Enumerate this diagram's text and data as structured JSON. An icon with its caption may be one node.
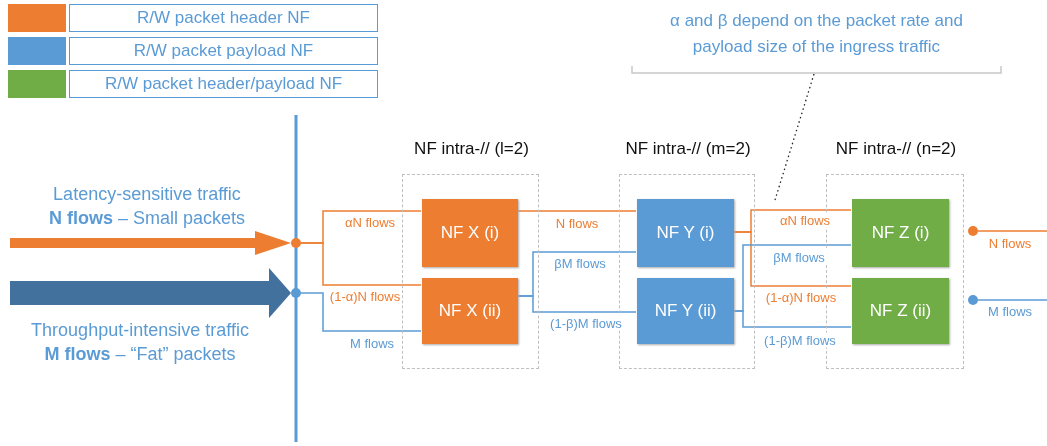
{
  "diagram": {
    "nodes": [
      {
        "text": [],
        "shape": "circle"
      },
      {
        "text": [],
        "shape": "circle"
      },
      {
        "text": [
          "NF intra-// (l=2)"
        ]
      },
      {
        "text": [
          "NF X (i)"
        ],
        "in": 2
      },
      {
        "text": [
          "NF X (ii)"
        ],
        "in": 2
      },
      {
        "text": [
          "NF intra-// (m=2)"
        ]
      },
      {
        "text": [
          "NF Y (i)"
        ],
        "in": 5
      },
      {
        "text": [
          "NF Y (ii)"
        ],
        "in": 5
      },
      {
        "text": [
          "NF intra-// (n=2)"
        ]
      },
      {
        "text": [
          "NF Z (i)"
        ],
        "in": 8
      },
      {
        "text": [
          "NF Z (ii)"
        ],
        "in": 8
      },
      {
        "text": [],
        "shape": "circle"
      },
      {
        "text": [],
        "shape": "circle"
      },
      {
        "text": [
          "α and β depend on the packet rate and payload size of the ingress traffic"
        ]
      }
    ],
    "edges": [
      {
        "from": null,
        "to": 0,
        "arrow": "to",
        "style": "thick",
        "color": "#ed7d31"
      },
      {
        "from": null,
        "to": 1,
        "arrow": "to",
        "style": "thick",
        "color": "#41719c"
      },
      {
        "from": 0,
        "to": 3,
        "arrow": "none",
        "label": "αN flows",
        "color": "#ed7d31"
      },
      {
        "from": 0,
        "to": 4,
        "arrow": "none",
        "label": "(1-α)N flows",
        "color": "#ed7d31"
      },
      {
        "from": 1,
        "to": 4,
        "arrow": "none",
        "label": "M flows",
        "color": "#5b9bd5"
      },
      {
        "from": 3,
        "to": 6,
        "arrow": "none",
        "label": "N flows",
        "color": "#ed7d31"
      },
      {
        "from": 4,
        "to": 6,
        "arrow": "none",
        "label": "βM flows",
        "color": "#5b9bd5"
      },
      {
        "from": 4,
        "to": 7,
        "arrow": "none",
        "label": "(1-β)M flows",
        "color": "#5b9bd5"
      },
      {
        "from": 6,
        "to": 9,
        "arrow": "none",
        "label": "αN flows",
        "color": "#ed7d31"
      },
      {
        "from": 6,
        "to": 10,
        "arrow": "none",
        "label": "(1-α)N flows",
        "color": "#ed7d31"
      },
      {
        "from": 7,
        "to": 9,
        "arrow": "none",
        "label": "βM flows",
        "color": "#5b9bd5"
      },
      {
        "from": 7,
        "to": 10,
        "arrow": "none",
        "label": "(1-β)M flows",
        "color": "#5b9bd5"
      },
      {
        "from": 11,
        "to": null,
        "arrow": "none",
        "label": "N flows",
        "color": "#ed7d31"
      },
      {
        "from": 12,
        "to": null,
        "arrow": "none",
        "label": "M flows",
        "color": "#5b9bd5"
      },
      {
        "from": 13,
        "to": null,
        "arrow": "none",
        "style": "dashed",
        "color": "#222222"
      }
    ],
    "labels": [
      "Latency-sensitive traffic",
      "**N flows** – Small packets",
      "Throughput-intensive traffic",
      "**M flows** – “Fat” packets"
    ],
    "legend": [
      {
        "text": "R/W packet header NF",
        "color": "#ed7d31"
      },
      {
        "text": "R/W packet payload NF",
        "color": "#5b9bd5"
      },
      {
        "text": "R/W packet header/payload NF",
        "color": "#70ad47"
      }
    ]
  }
}
